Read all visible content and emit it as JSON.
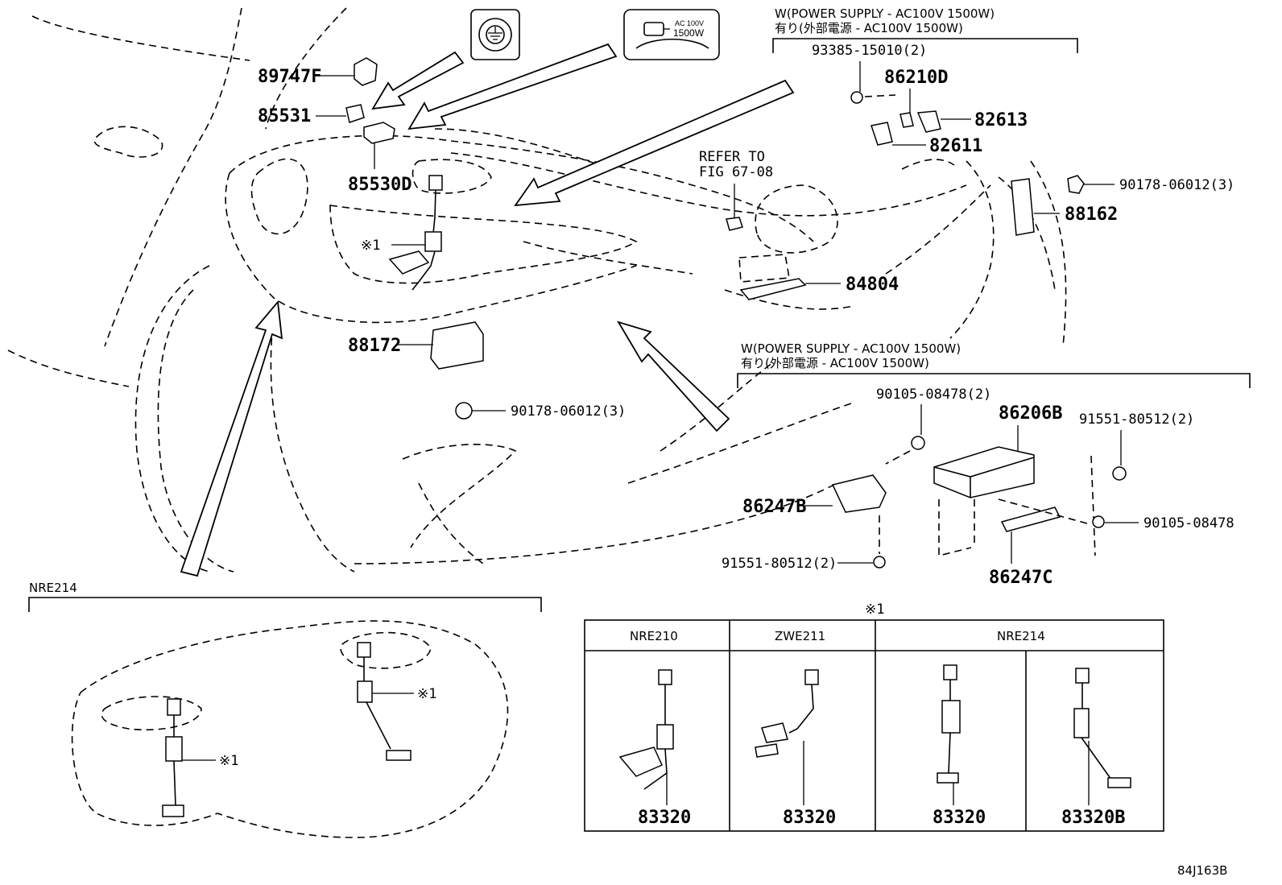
{
  "labels": {
    "p89747F": "89747F",
    "p85531": "85531",
    "p85530D": "85530D",
    "note1_top": "※1",
    "p88172": "88172",
    "p90178_left": "90178-06012(3)",
    "refer_to": "REFER TO",
    "fig": "FIG 67-08",
    "p84804": "84804",
    "p93385": "93385-15010(2)",
    "p86210D": "86210D",
    "p82613": "82613",
    "p82611": "82611",
    "p90178_right": "90178-06012(3)",
    "p88162": "88162",
    "p90105_2": "90105-08478(2)",
    "p86206B": "86206B",
    "p91551_right": "91551-80512(2)",
    "p86247B": "86247B",
    "p90105": "90105-08478",
    "p91551_bottom": "91551-80512(2)",
    "p86247C": "86247C",
    "tank_note_a": "※1",
    "tank_note_b": "※1"
  },
  "headers": {
    "supply_top_en": "W(POWER SUPPLY - AC100V 1500W)",
    "supply_top_jp": "有り(外部電源 - AC100V 1500W)",
    "supply_mid_en": "W(POWER SUPPLY - AC100V 1500W)",
    "supply_mid_jp": "有り(外部電源 - AC100V 1500W)",
    "nre214_section": "NRE214"
  },
  "icon_text": {
    "ac_line1": "AC 100V",
    "ac_line2": "1500W"
  },
  "table": {
    "title": "※1",
    "columns": [
      "NRE210",
      "ZWE211",
      "NRE214"
    ],
    "parts": [
      "83320",
      "83320",
      "83320",
      "83320B"
    ]
  },
  "diagram_code": "84J163B"
}
